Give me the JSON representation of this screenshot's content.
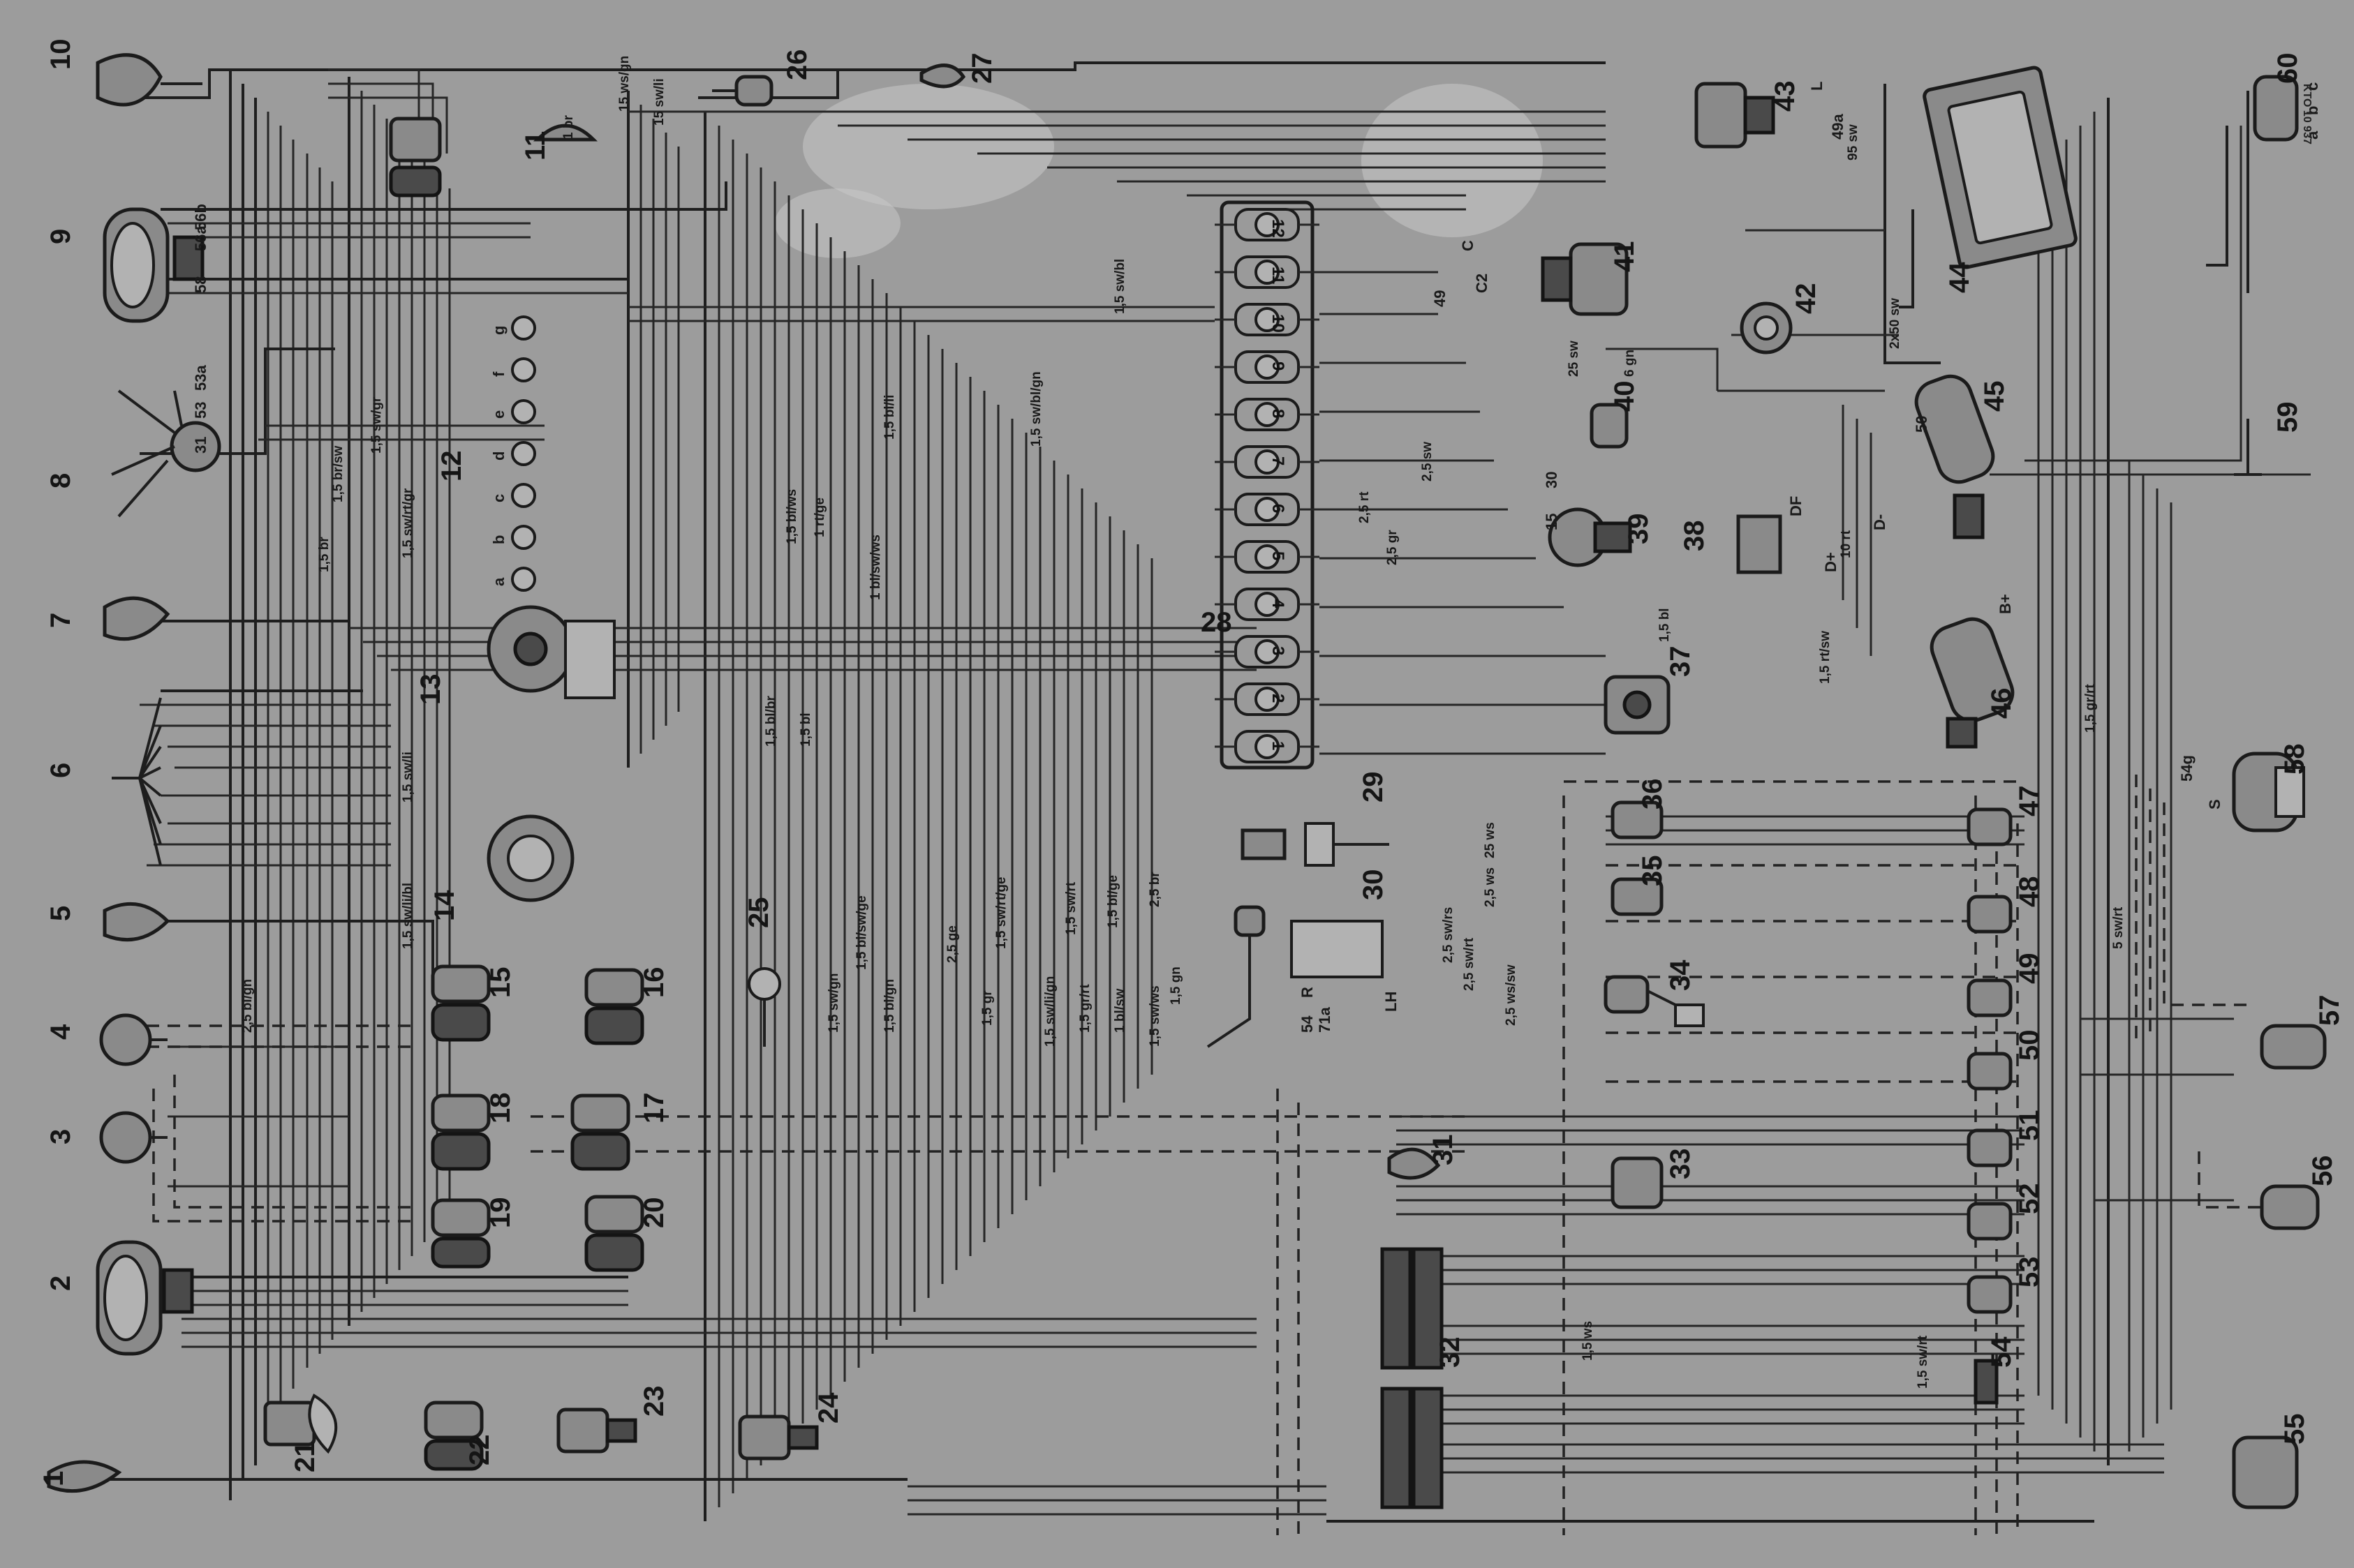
{
  "diagram": {
    "reference": "KTO 10 937",
    "fuse_box": {
      "label": "28",
      "fuses": [
        "1",
        "2",
        "3",
        "4",
        "5",
        "6",
        "7",
        "8",
        "9",
        "10",
        "11",
        "12"
      ]
    },
    "components": [
      {
        "id": "c1",
        "label": "1"
      },
      {
        "id": "c2",
        "label": "2"
      },
      {
        "id": "c3",
        "label": "3"
      },
      {
        "id": "c4",
        "label": "4"
      },
      {
        "id": "c5",
        "label": "5"
      },
      {
        "id": "c6",
        "label": "6"
      },
      {
        "id": "c7",
        "label": "7"
      },
      {
        "id": "c8",
        "label": "8"
      },
      {
        "id": "c9",
        "label": "9"
      },
      {
        "id": "c10",
        "label": "10"
      },
      {
        "id": "c11",
        "label": "11"
      },
      {
        "id": "c12",
        "label": "12"
      },
      {
        "id": "c13",
        "label": "13"
      },
      {
        "id": "c14",
        "label": "14"
      },
      {
        "id": "c15",
        "label": "15"
      },
      {
        "id": "c16",
        "label": "16"
      },
      {
        "id": "c17",
        "label": "17"
      },
      {
        "id": "c18",
        "label": "18"
      },
      {
        "id": "c19",
        "label": "19"
      },
      {
        "id": "c20",
        "label": "20"
      },
      {
        "id": "c21",
        "label": "21"
      },
      {
        "id": "c22",
        "label": "22"
      },
      {
        "id": "c23",
        "label": "23"
      },
      {
        "id": "c24",
        "label": "24"
      },
      {
        "id": "c25",
        "label": "25"
      },
      {
        "id": "c26",
        "label": "26"
      },
      {
        "id": "c27",
        "label": "27"
      },
      {
        "id": "c29",
        "label": "29"
      },
      {
        "id": "c30",
        "label": "30"
      },
      {
        "id": "c31",
        "label": "31"
      },
      {
        "id": "c32",
        "label": "32"
      },
      {
        "id": "c33",
        "label": "33"
      },
      {
        "id": "c34",
        "label": "34"
      },
      {
        "id": "c35",
        "label": "35"
      },
      {
        "id": "c36",
        "label": "36"
      },
      {
        "id": "c37",
        "label": "37"
      },
      {
        "id": "c38",
        "label": "38"
      },
      {
        "id": "c39",
        "label": "39"
      },
      {
        "id": "c40",
        "label": "40"
      },
      {
        "id": "c41",
        "label": "41"
      },
      {
        "id": "c42",
        "label": "42"
      },
      {
        "id": "c43",
        "label": "43"
      },
      {
        "id": "c44",
        "label": "44"
      },
      {
        "id": "c45",
        "label": "45"
      },
      {
        "id": "c46",
        "label": "46"
      },
      {
        "id": "c47",
        "label": "47"
      },
      {
        "id": "c48",
        "label": "48"
      },
      {
        "id": "c49",
        "label": "49"
      },
      {
        "id": "c50",
        "label": "50"
      },
      {
        "id": "c51",
        "label": "51"
      },
      {
        "id": "c52",
        "label": "52"
      },
      {
        "id": "c53",
        "label": "53"
      },
      {
        "id": "c54",
        "label": "54"
      },
      {
        "id": "c55",
        "label": "55"
      },
      {
        "id": "c56",
        "label": "56"
      },
      {
        "id": "c57",
        "label": "57"
      },
      {
        "id": "c58",
        "label": "58"
      },
      {
        "id": "c59",
        "label": "59"
      },
      {
        "id": "c60",
        "label": "60"
      }
    ],
    "bulb_letters": [
      "a",
      "b",
      "c",
      "d",
      "e",
      "f",
      "g"
    ],
    "socket_letters": [
      "a",
      "b",
      "c"
    ],
    "wire_labels": [
      "1,5 br",
      "1,5 br/sw",
      "1,5 sw/gr",
      "1,5 sw/rt/gr",
      "1,5 sw/li",
      "1,5 sw/li/bl",
      "2,5 bl/gn",
      "1,5 bl/br",
      "1,5 bl",
      "1,5 bl/ws",
      "1 rt/ge",
      "1 bl/sw/ws",
      "1,5 bl/li",
      "1,5 sw/bl/gn",
      "1,5 sw/gn",
      "1,5 bl/gn",
      "1,5 bl/sw/ge",
      "2,5 ge",
      "1,5 gr",
      "1,5 sw/rt/ge",
      "1,5 sw/li/gn",
      "1,5 gr/rt",
      "1,5 sw/rt",
      "1,5 bl/ge",
      "1 bl/sw",
      "1,5 sw/ws",
      "1,5 gn",
      "2,5 br",
      "2,5 ws",
      "2,5 sw",
      "2,5 rt",
      "2,5 gr",
      "2,5 sw/rs",
      "2,5 sw/rt",
      "2,5 ws/sw",
      "1,5 bl",
      "1,5 rt/sw",
      "10 rt",
      "95 sw",
      "2x50 sw",
      "6 gn",
      "25 sw",
      "1,5 gr/rt",
      "5 sw/rt",
      "1,5 sw/rt",
      "1,5 ws",
      "25 ws",
      "1,5 sw/bl",
      "1 br",
      "15 ws/gn",
      "15 sw/li"
    ],
    "terminal_labels": [
      "56b",
      "56a",
      "58",
      "31",
      "53",
      "53a",
      "54",
      "R",
      "71a",
      "LH",
      "15",
      "30",
      "50",
      "D+",
      "D-",
      "DF",
      "B+",
      "C",
      "C2",
      "49",
      "49a",
      "L",
      "54g",
      "S"
    ]
  }
}
